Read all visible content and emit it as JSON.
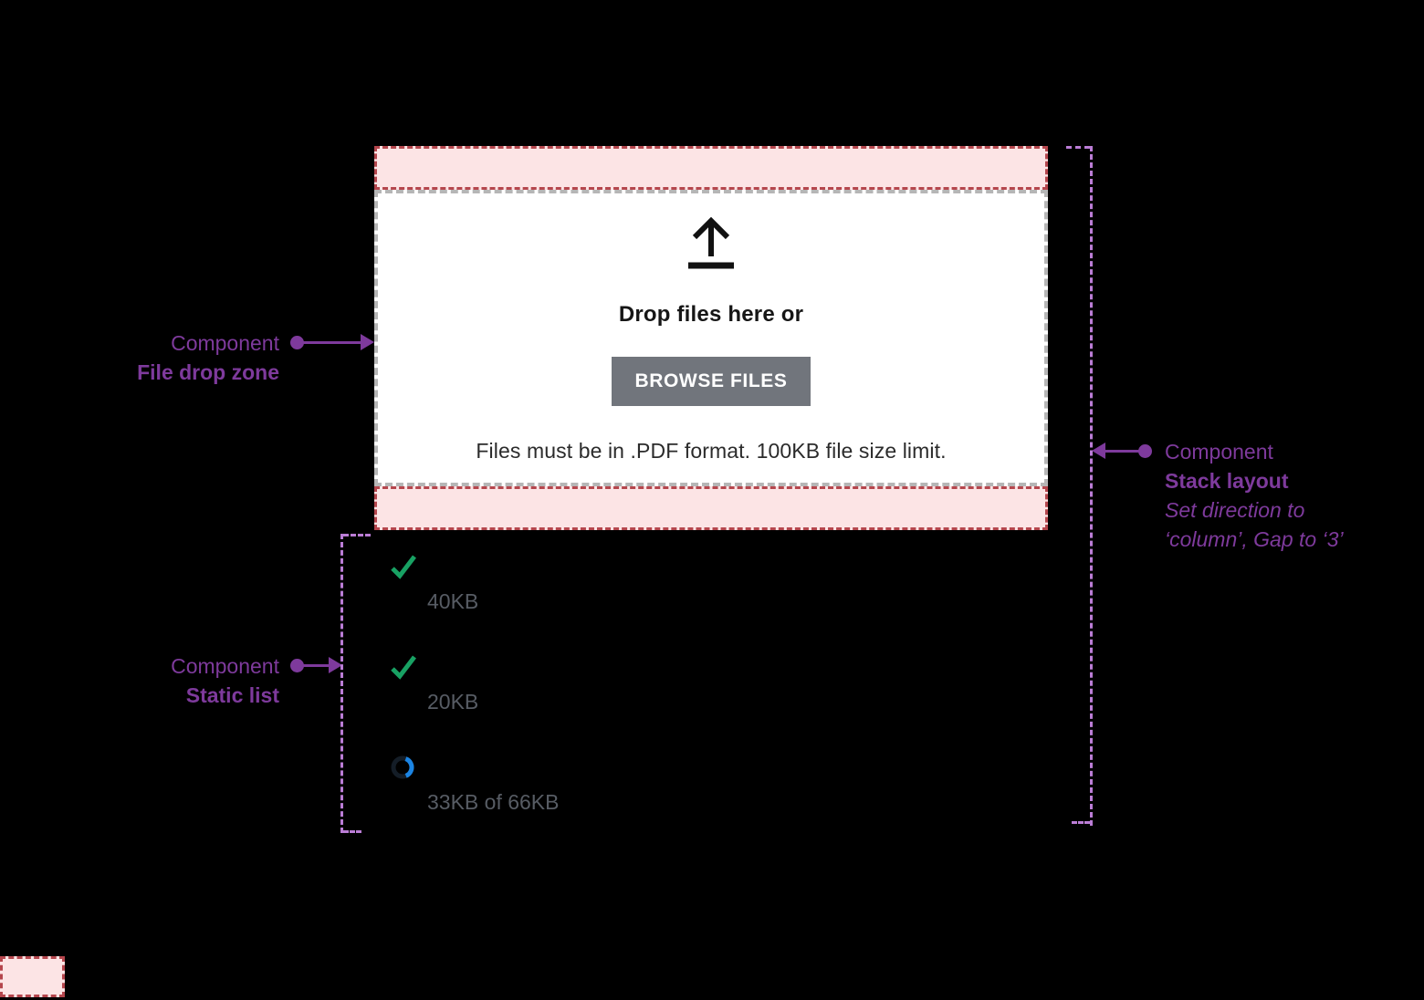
{
  "drop_zone": {
    "title": "Drop files here or",
    "button_label": "BROWSE FILES",
    "hint": "Files must be in .PDF format. 100KB file size limit.",
    "colors": {
      "padding_fill": "#fce4e5",
      "padding_border": "#b5464d",
      "zone_border": "#b6b6b6",
      "button_bg": "#71757c",
      "button_text": "#ffffff"
    }
  },
  "static_list": {
    "items": [
      {
        "status": "complete",
        "icon": "check-icon",
        "size_label": "40KB"
      },
      {
        "status": "complete",
        "icon": "check-icon",
        "size_label": "20KB"
      },
      {
        "status": "uploading",
        "icon": "spinner-icon",
        "size_label": "33KB of 66KB"
      }
    ],
    "colors": {
      "check": "#18a163",
      "spinner": "#1b84e3",
      "label": "#575c64"
    }
  },
  "annotations": {
    "colors": {
      "accent": "#7e3a9c",
      "dashed_outline": "#bb7dd6"
    },
    "file_drop_zone": {
      "line1": "Component",
      "line2": "File drop zone"
    },
    "static_list": {
      "line1": "Component",
      "line2": "Static list"
    },
    "stack_layout": {
      "line1": "Component",
      "line2": "Stack layout",
      "line3": "Set direction to",
      "line4": "‘column’, Gap to ‘3’"
    }
  }
}
